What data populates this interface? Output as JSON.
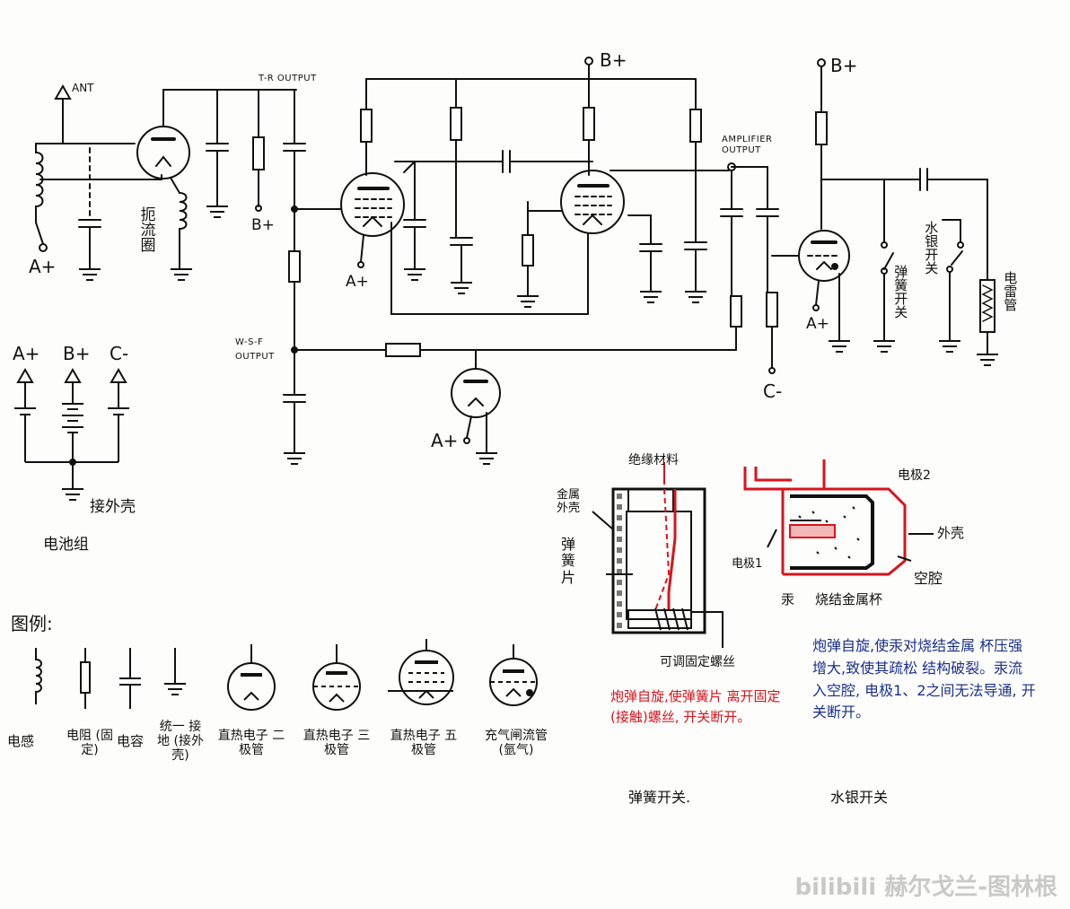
{
  "schematic": {
    "ant": "ANT",
    "a_plus": "A+",
    "b_plus": "B+",
    "c_minus": "C-",
    "tr_output": "T-R OUTPUT",
    "amplifier_output": "AMPLIFIER OUTPUT",
    "wsf_output": "W-S-F OUTPUT",
    "choke": "扼流圈",
    "spring_switch": "弹簧开关",
    "mercury_switch": "水银开关",
    "detonator": "电雷管"
  },
  "battery": {
    "a_plus": "A+",
    "b_plus": "B+",
    "c_minus": "C-",
    "to_case": "接外壳",
    "title": "电池组"
  },
  "legend": {
    "title": "图例:",
    "items": [
      {
        "label": "电感",
        "icon": "inductor-icon"
      },
      {
        "label": "电阻 (固定)",
        "icon": "resistor-icon"
      },
      {
        "label": "电容",
        "icon": "capacitor-icon"
      },
      {
        "label": "统一 接地 (接外壳)",
        "icon": "ground-icon"
      },
      {
        "label": "直热电子 二极管",
        "icon": "diode-tube-icon"
      },
      {
        "label": "直热电子 三极管",
        "icon": "triode-tube-icon"
      },
      {
        "label": "直热电子 五极管",
        "icon": "pentode-tube-icon"
      },
      {
        "label": "充气闸流管 (氩气)",
        "icon": "thyratron-icon"
      }
    ]
  },
  "spring_switch_detail": {
    "insulation": "绝缘材料",
    "metal_case": "金属 外壳",
    "spring_leaf": "弹 簧 片",
    "screw": "可调固定螺丝",
    "note_red": "炮弹自旋,使弹簧片 离开固定(接触)螺丝, 开关断开。",
    "caption": "弹簧开关."
  },
  "mercury_switch_detail": {
    "electrode2": "电极2",
    "outer_case": "外壳",
    "electrode1": "电极1",
    "mercury": "汞",
    "sintered_cup": "烧结金属杯",
    "cavity": "空腔",
    "note_blue": "炮弹自旋,使汞对烧结金属 杯压强增大,致使其疏松 结构破裂。汞流入空腔, 电极1、2之间无法导通, 开关断开。",
    "caption": "水银开关"
  },
  "watermark": "bilibili 赫尔戈兰-图林根",
  "colors": {
    "ink": "#111111",
    "red": "#d8141d",
    "blue": "#1a2f8c"
  }
}
